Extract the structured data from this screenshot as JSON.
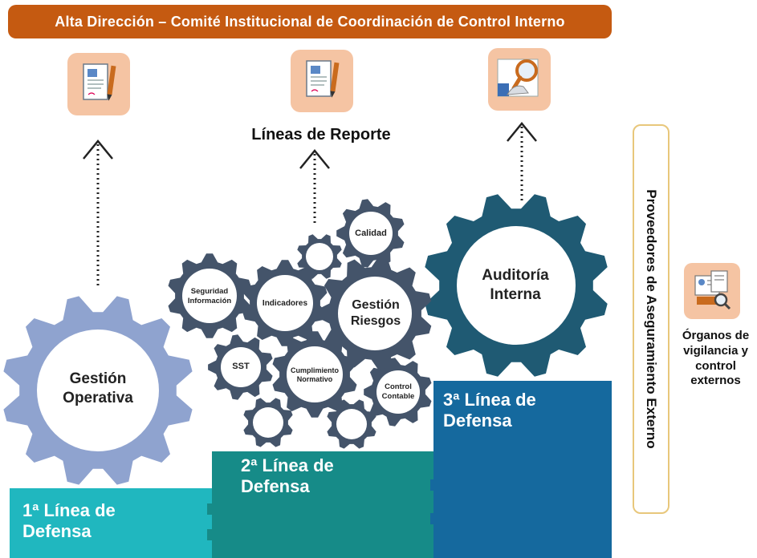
{
  "header": {
    "title": "Alta Dirección – Comité Institucional de Coordinación de Control Interno"
  },
  "reporting": {
    "label": "Líneas de Reporte"
  },
  "gears": {
    "gestion_operativa": "Gestión\nOperativa",
    "auditoria_interna": "Auditoría\nInterna",
    "gestion_riesgos": "Gestión\nRiesgos",
    "calidad": "Calidad",
    "seguridad_informacion": "Seguridad\nInformación",
    "indicadores": "Indicadores",
    "sst": "SST",
    "cumplimiento_normativo": "Cumplimiento\nNormativo",
    "control_contable": "Control\nContable"
  },
  "lines_of_defense": {
    "first": "1ª Línea de\nDefensa",
    "second": "2ª Línea de\nDefensa",
    "third": "3ª Línea de\nDefensa"
  },
  "external": {
    "providers": "Proveedores de Aseguramiento Externo",
    "organs": "Órganos de\nvigilancia y\ncontrol\nexternos"
  },
  "colors": {
    "banner": "#c55a11",
    "icon_tile": "#f5c4a3",
    "gear_operativa": "#8fa3cf",
    "gear_second_line": "#44546a",
    "gear_auditoria": "#1f5a73",
    "line1": "#20b7bf",
    "line2": "#168b88",
    "line3": "#15699e",
    "ext_border": "#e8c77b"
  }
}
